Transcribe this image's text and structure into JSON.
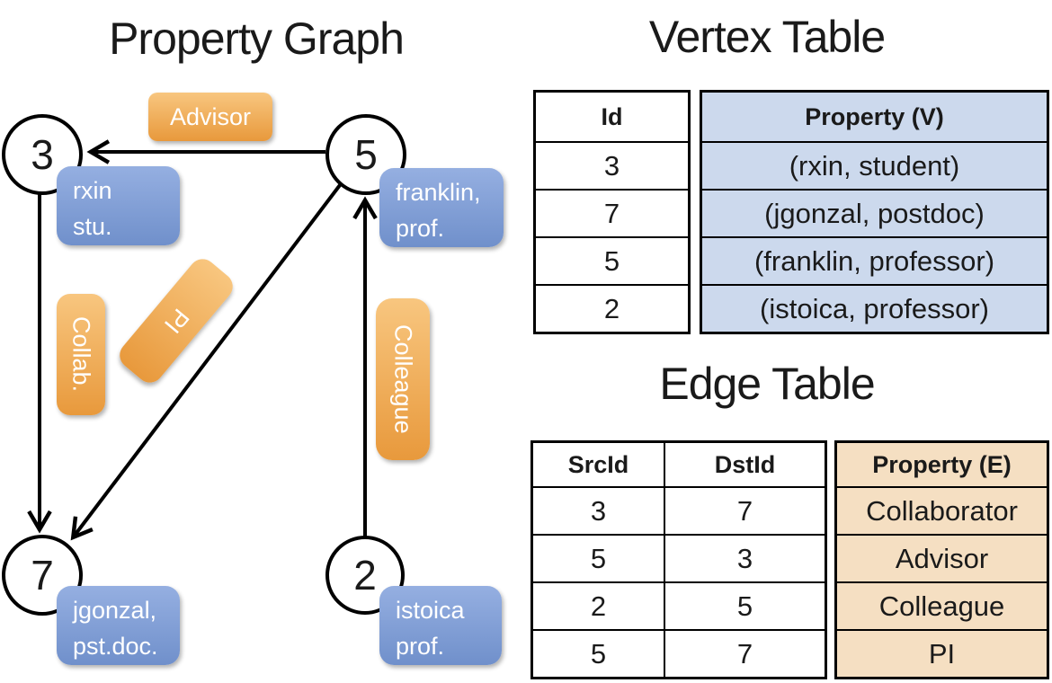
{
  "titles": {
    "graph": "Property Graph",
    "vertex_table": "Vertex Table",
    "edge_table": "Edge Table"
  },
  "colors": {
    "edge_label_orange": "#f0a850",
    "vertex_label_blue": "#7f9dd5",
    "vertex_column_fill": "#ccd9ed",
    "edge_column_fill": "#f5dfc2",
    "line_black": "#000000"
  },
  "graph": {
    "nodes": [
      {
        "label": "3"
      },
      {
        "label": "5"
      },
      {
        "label": "7"
      },
      {
        "label": "2"
      }
    ],
    "vertex_boxes": [
      {
        "line1": "rxin",
        "line2": "stu."
      },
      {
        "line1": "franklin,",
        "line2": "prof."
      },
      {
        "line1": "jgonzal,",
        "line2": "pst.doc."
      },
      {
        "line1": "istoica",
        "line2": "prof."
      }
    ],
    "edge_boxes": [
      {
        "label": "Advisor"
      },
      {
        "label": "Collab."
      },
      {
        "label": "PI"
      },
      {
        "label": "Colleague"
      }
    ]
  },
  "vertex_table": {
    "headers": [
      "Id",
      "Property (V)"
    ],
    "rows": [
      [
        "3",
        "(rxin, student)"
      ],
      [
        "7",
        "(jgonzal, postdoc)"
      ],
      [
        "5",
        "(franklin, professor)"
      ],
      [
        "2",
        "(istoica, professor)"
      ]
    ]
  },
  "edge_table": {
    "headers": [
      "SrcId",
      "DstId",
      "Property (E)"
    ],
    "rows": [
      [
        "3",
        "7",
        "Collaborator"
      ],
      [
        "5",
        "3",
        "Advisor"
      ],
      [
        "2",
        "5",
        "Colleague"
      ],
      [
        "5",
        "7",
        "PI"
      ]
    ]
  }
}
